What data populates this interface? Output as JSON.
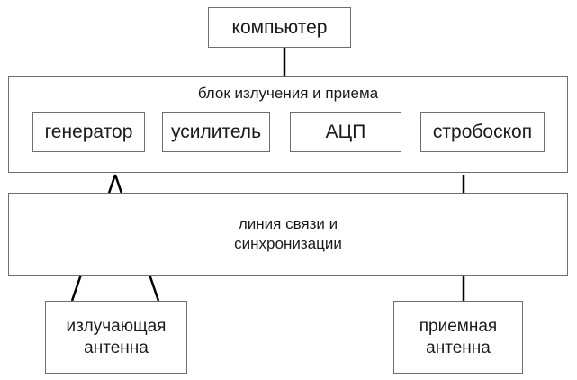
{
  "diagram": {
    "computer": "компьютер",
    "emit_receive_block": {
      "title": "блок излучения и приема",
      "components": [
        "генератор",
        "усилитель",
        "АЦП",
        "стробоскоп"
      ]
    },
    "comm_sync_line": {
      "line1": "линия связи и",
      "line2": "синхронизации"
    },
    "tx_antenna": {
      "line1": "излучающая",
      "line2": "антенна"
    },
    "rx_antenna": {
      "line1": "приемная",
      "line2": "антенна"
    }
  }
}
